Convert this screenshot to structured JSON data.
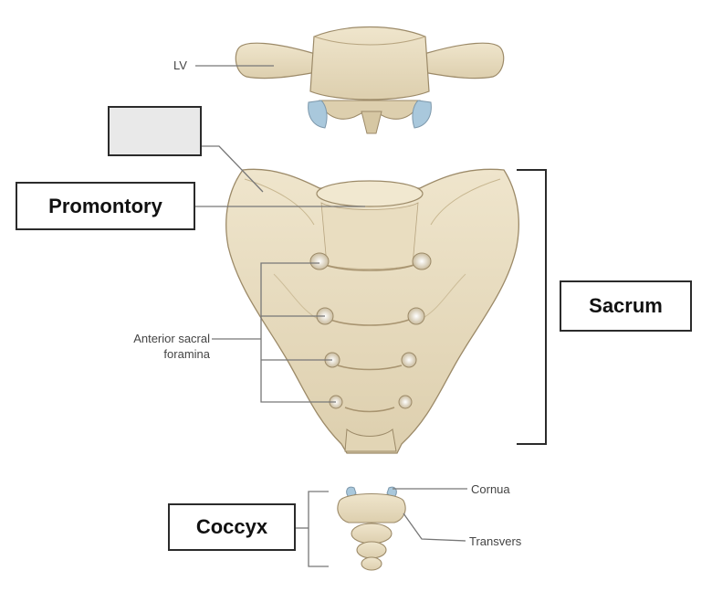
{
  "labels": {
    "lv": "LV",
    "promontory": "Promontory",
    "sacrum": "Sacrum",
    "coccyx": "Coccyx",
    "anterior_sacral_line1": "Anterior sacral",
    "anterior_sacral_line2": "foramina",
    "cornua": "Cornua",
    "transverse": "Transvers"
  },
  "colors": {
    "bone": "#e8dcc0",
    "bone_shadow": "#cdbd99",
    "bone_outline": "#9c8a68",
    "cartilage_blue": "#a9c8dc",
    "leader_line": "#777777",
    "box_border": "#2b2b2b",
    "blank_box_fill": "#e9e9e9"
  }
}
